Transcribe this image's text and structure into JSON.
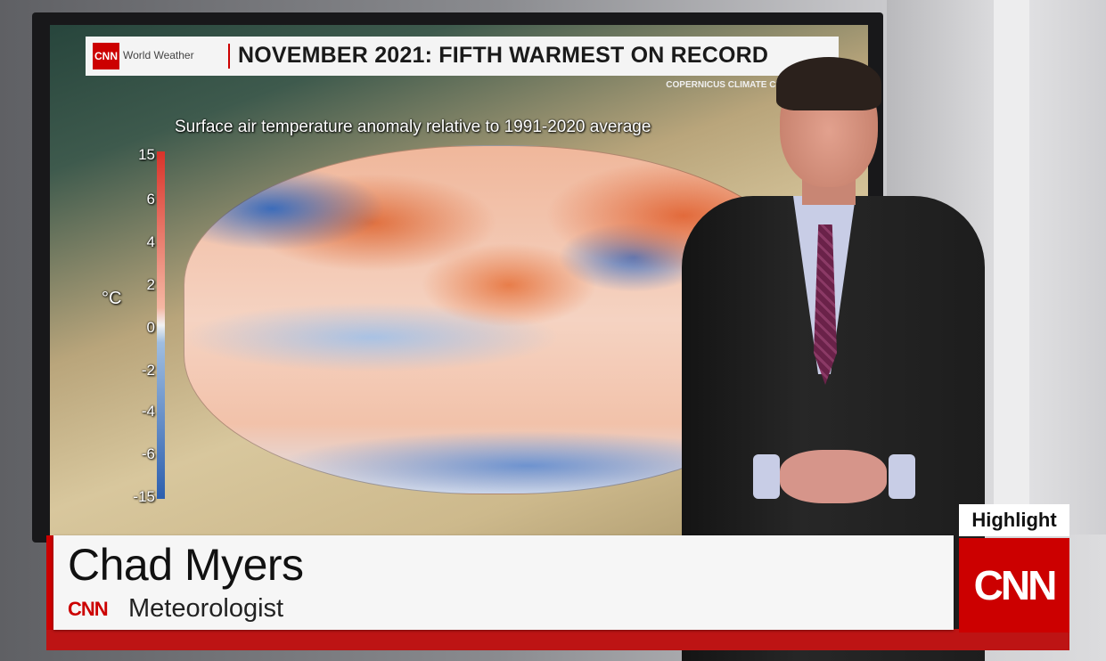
{
  "graphic": {
    "logo": "CNN",
    "brand": "World Weather",
    "headline": "NOVEMBER 2021: FIFTH WARMEST ON RECORD",
    "source": "COPERNICUS CLIMATE CHANGE S",
    "subtitle": "Surface air temperature anomaly relative to 1991-2020 average",
    "scale_unit": "°C",
    "scale_ticks": [
      "15",
      "6",
      "4",
      "2",
      "0",
      "-2",
      "-4",
      "-6",
      "-15"
    ]
  },
  "lower_third": {
    "name": "Chad Myers",
    "network": "CNN",
    "role": "Meteorologist"
  },
  "bug": {
    "tag": "Highlight",
    "logo": "CNN"
  },
  "colors": {
    "cnn_red": "#cc0000",
    "warm": "#e26a3b",
    "cool": "#2d5fae"
  }
}
